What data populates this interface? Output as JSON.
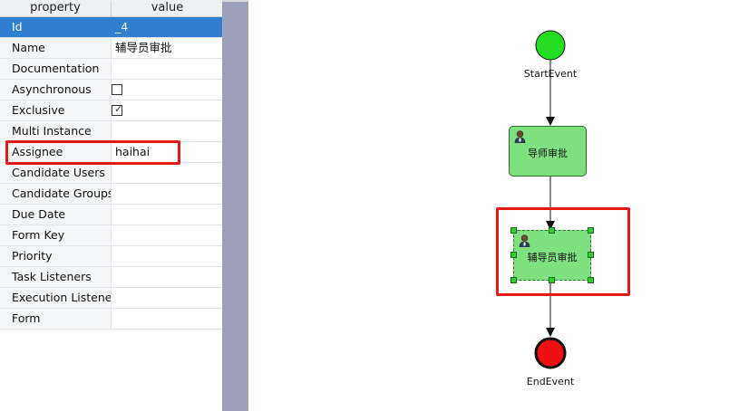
{
  "properties": {
    "header": {
      "property": "property",
      "value": "value"
    },
    "rows": [
      {
        "key": "Id",
        "value": "_4"
      },
      {
        "key": "Name",
        "value": "辅导员审批"
      },
      {
        "key": "Documentation",
        "value": ""
      },
      {
        "key": "Asynchronous",
        "value": ""
      },
      {
        "key": "Exclusive",
        "value": ""
      },
      {
        "key": "Multi Instance",
        "value": ""
      },
      {
        "key": "Assignee",
        "value": "haihai"
      },
      {
        "key": "Candidate Users",
        "value": ""
      },
      {
        "key": "Candidate Groups",
        "value": ""
      },
      {
        "key": "Due Date",
        "value": ""
      },
      {
        "key": "Form Key",
        "value": ""
      },
      {
        "key": "Priority",
        "value": ""
      },
      {
        "key": "Task Listeners",
        "value": ""
      },
      {
        "key": "Execution Listeners",
        "value": ""
      },
      {
        "key": "Form",
        "value": ""
      }
    ],
    "asynchronous_checked": false,
    "exclusive_checked": true,
    "checkmark_glyph": "✓"
  },
  "diagram": {
    "start_event_label": "StartEvent",
    "task1_label": "导师审批",
    "task2_label": "辅导员审批",
    "end_event_label": "EndEvent",
    "colors": {
      "start": "#22dd22",
      "end": "#ee1111",
      "task_fill": "#7ee07e",
      "highlight": "#e51818",
      "selection_row": "#2f7fce"
    }
  }
}
